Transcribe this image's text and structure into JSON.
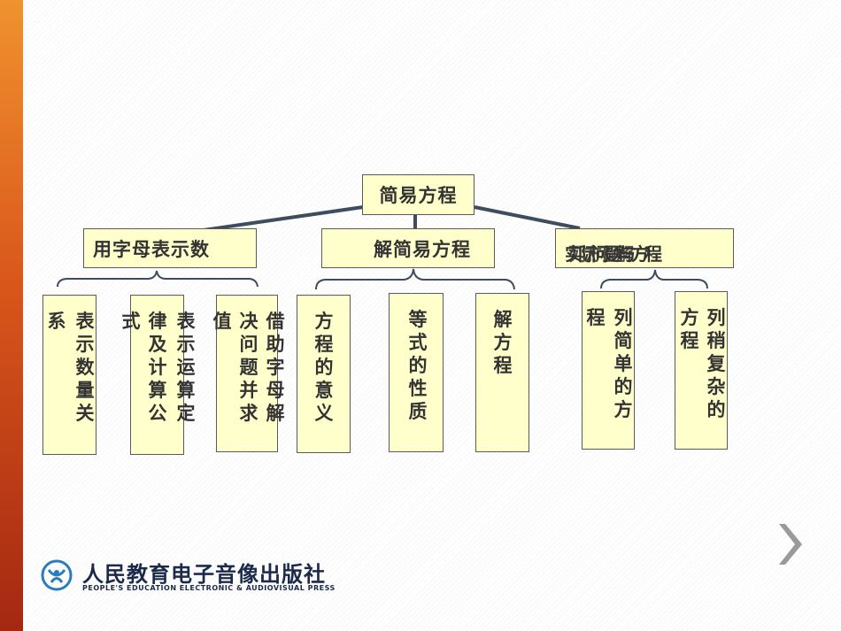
{
  "root": {
    "label": "简易方程"
  },
  "categories": [
    {
      "label": "用字母表示数"
    },
    {
      "label": "解简易方程"
    },
    {
      "label": "实际问题与方程",
      "label_overlap": "列方程解"
    }
  ],
  "leaves": [
    {
      "cols": [
        "系",
        "表示数量关"
      ]
    },
    {
      "cols": [
        "式",
        "律及计算公",
        "表示运算定"
      ]
    },
    {
      "cols": [
        "值",
        "决问题并求",
        "借助字母解"
      ]
    },
    {
      "cols": [
        "方程的意义"
      ]
    },
    {
      "cols": [
        "等式的性质"
      ]
    },
    {
      "cols": [
        "解方程"
      ]
    },
    {
      "cols": [
        "程",
        "列简单的方"
      ]
    },
    {
      "cols": [
        "方程",
        "列稍复杂的"
      ]
    }
  ],
  "logo": {
    "cn": "人民教育电子音像出版社",
    "en": "PEOPLE'S EDUCATION ELECTRONIC & AUDIOVISUAL PRESS"
  },
  "nav": {
    "next_glyph": "❯"
  },
  "colors": {
    "box_fill": "#ffffcc",
    "box_border": "#5a5a5a",
    "connector": "#3d4d5e",
    "text": "#333333",
    "accent_bar": "#d9561b"
  }
}
